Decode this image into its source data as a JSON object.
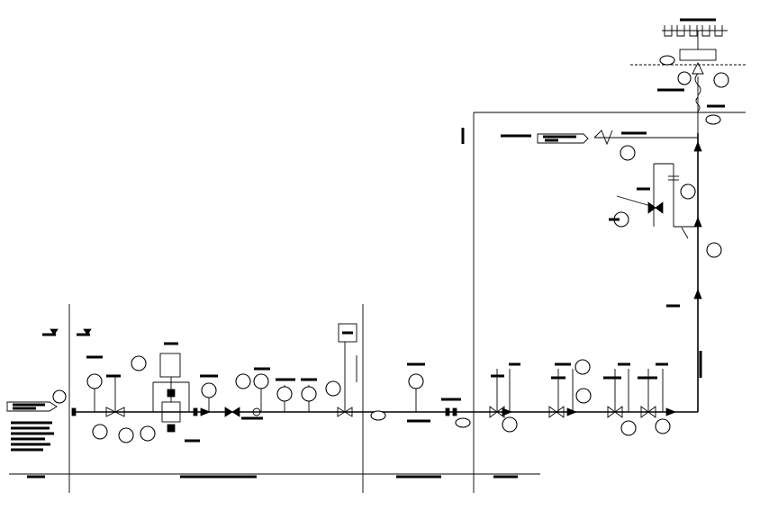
{
  "diagram_type": "piping and instrumentation diagram",
  "line_color": "#000000",
  "background_color": "#ffffff",
  "instrument_count": 34,
  "valve_count": 12,
  "page_number_tags": 8
}
